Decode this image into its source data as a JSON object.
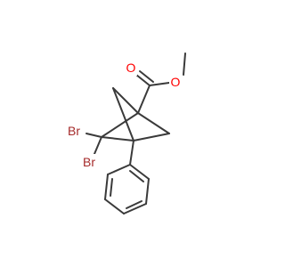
{
  "molecule": {
    "atoms": {
      "br_upper": {
        "label": "Br",
        "color": "#a52a2a"
      },
      "br_lower": {
        "label": "Br",
        "color": "#a52a2a"
      },
      "o_carbonyl": {
        "label": "O",
        "color": "#ff0000"
      },
      "o_ester": {
        "label": "O",
        "color": "#ff0000"
      }
    },
    "bond_color": "#3a3a3a"
  }
}
